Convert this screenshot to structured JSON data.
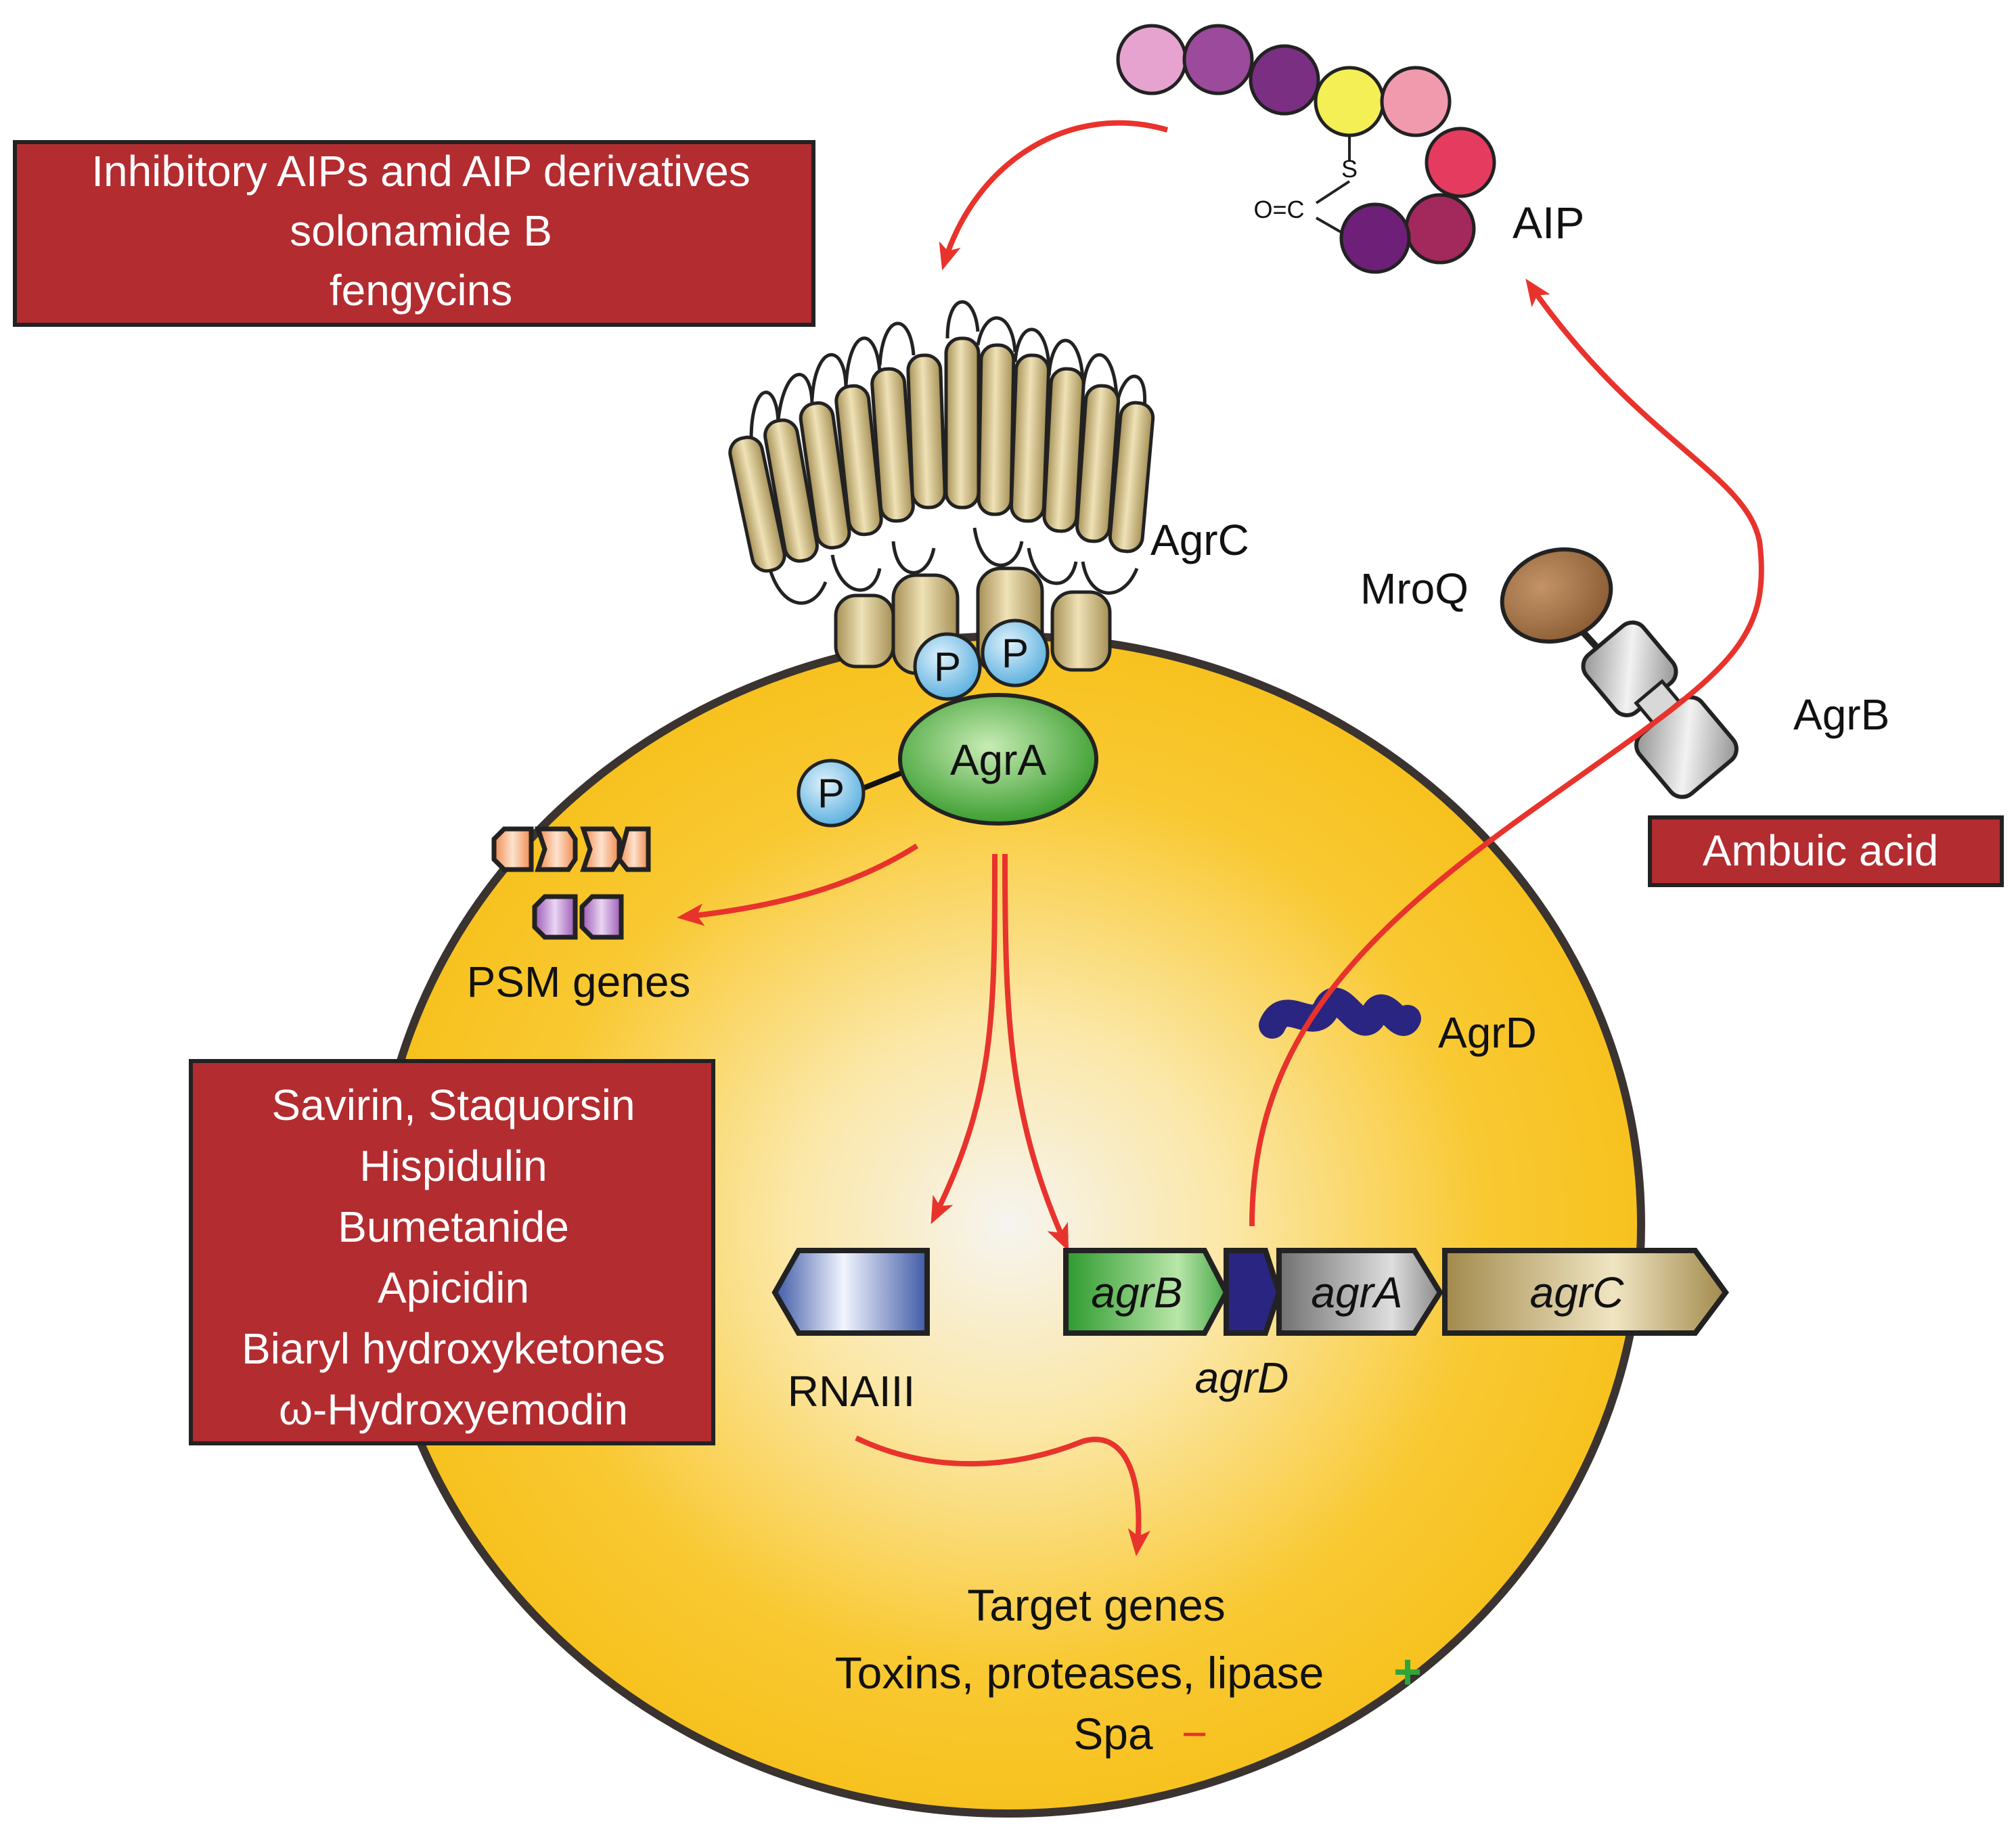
{
  "labels": {
    "aip": "AIP",
    "agrC": "AgrC",
    "mroQ": "MroQ",
    "agrB": "AgrB",
    "agrA": "AgrA",
    "phospho": "P",
    "agrD_protein": "AgrD",
    "psm_genes": "PSM genes",
    "rnaiii": "RNAIII",
    "aip_sulfur": "S",
    "aip_carbonyl": "O=C"
  },
  "genes": {
    "agrB": "agrB",
    "agrD": "agrD",
    "agrA": "agrA",
    "agrC": "agrC"
  },
  "inhibitor_boxes": {
    "aip": [
      "Inhibitory AIPs and AIP derivatives",
      "solonamide B",
      "fengycins"
    ],
    "ambuic": [
      "Ambuic acid"
    ],
    "agra": [
      "Savirin, Staquorsin",
      "Hispidulin",
      "Bumetanide",
      "Apicidin",
      "Biaryl hydroxyketones",
      "ω-Hydroxyemodin"
    ]
  },
  "targets": {
    "title": "Target genes",
    "up_text": "Toxins, proteases, lipase",
    "up_sign": "+",
    "down_text": "Spa",
    "down_sign": "−"
  },
  "colors": {
    "cell_fill": "#f8c424",
    "inhibitor_box": "#b32c30",
    "arrow": "#e8332c",
    "agrA": "#4caf3e",
    "phosphate": "#7fc6ea",
    "receptor": "#c9b37a",
    "mroQ": "#a8754a",
    "agrD": "#2a2580",
    "plus": "#2ea53a",
    "minus": "#e8332c"
  }
}
